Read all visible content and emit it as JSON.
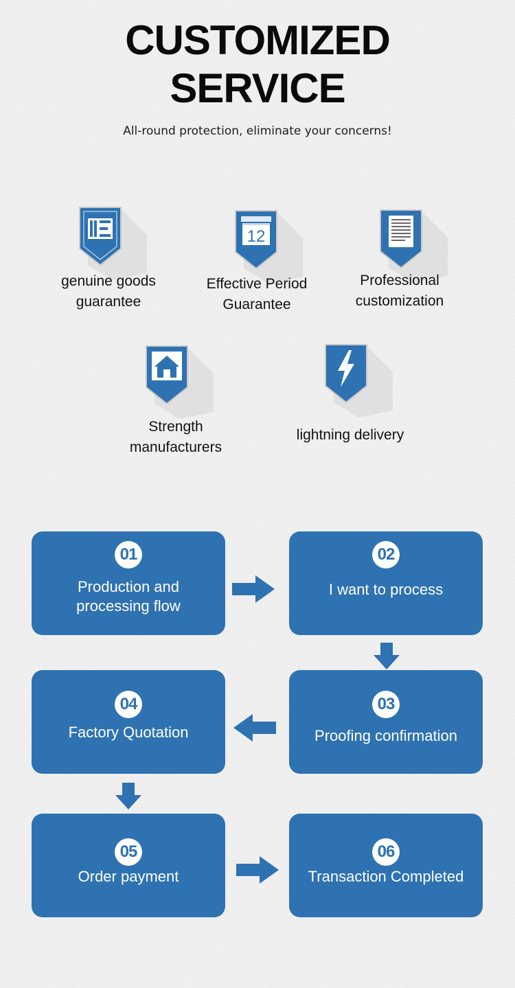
{
  "header": {
    "title_line1": "CUSTOMIZED",
    "title_line2": "SERVICE",
    "subtitle": "All-round protection, eliminate your concerns!"
  },
  "features": [
    {
      "line1": "genuine goods",
      "line2": "guarantee",
      "icon": "certificate-icon"
    },
    {
      "line1": "Effective Period",
      "line2": "Guarantee",
      "icon": "calendar-icon",
      "calendar_number": "12"
    },
    {
      "line1": "Professional",
      "line2": "customization",
      "icon": "document-icon"
    },
    {
      "line1": "Strength",
      "line2": "manufacturers",
      "icon": "house-icon"
    },
    {
      "line1": "lightning delivery",
      "line2": "",
      "icon": "lightning-icon"
    }
  ],
  "process": {
    "steps": [
      {
        "number": "01",
        "line1": "Production and",
        "line2": "processing flow"
      },
      {
        "number": "02",
        "line1": "I want to process",
        "line2": ""
      },
      {
        "number": "03",
        "line1": "Proofing confirmation",
        "line2": ""
      },
      {
        "number": "04",
        "line1": "Factory Quotation",
        "line2": ""
      },
      {
        "number": "05",
        "line1": "Order payment",
        "line2": ""
      },
      {
        "number": "06",
        "line1": "Transaction Completed",
        "line2": ""
      }
    ]
  },
  "colors": {
    "accent_blue": "#2e72b1",
    "background": "#f3f3f3",
    "text": "#111111"
  }
}
